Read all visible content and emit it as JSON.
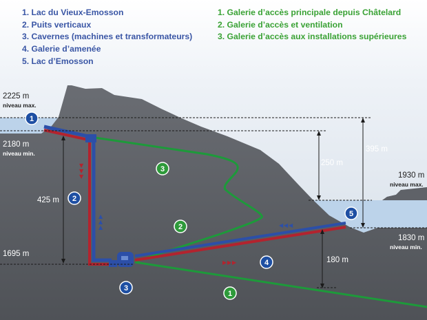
{
  "legend_structures": [
    "1. Lac du Vieux-Emosson",
    "2. Puits verticaux",
    "3. Cavernes (machines et transformateurs)",
    "4. Galerie d’amenée",
    "5. Lac d’Emosson"
  ],
  "legend_galleries": [
    "1. Galerie d’accès principale depuis Châtelard",
    "2. Galerie d’accès et ventilation",
    "3. Galerie d’accès aux installations supérieures"
  ],
  "levels": {
    "upper_max_alt": "2225 m",
    "upper_max_tag": "niveau max.",
    "upper_min_alt": "2180 m",
    "upper_min_tag": "niveau min.",
    "plant_alt": "1695 m",
    "lower_max_alt": "1930 m",
    "lower_max_tag": "niveau max.",
    "lower_min_alt": "1830 m",
    "lower_min_tag": "niveau min."
  },
  "dimensions": {
    "shaft_height": "425 m",
    "upper_drawdown": "250 m",
    "total_drop": "395 m",
    "lower_rise": "180 m"
  },
  "badges": {
    "structures": [
      "1",
      "2",
      "3",
      "4",
      "5"
    ],
    "galleries": [
      "1",
      "2",
      "3"
    ]
  },
  "colors": {
    "structure_badge": "#1e4fa3",
    "gallery_badge": "#2e9a3a",
    "gallery_line": "#1d9a3a",
    "pipe_blue": "#2c4fa8",
    "pipe_red": "#b3232e",
    "rock": "#5b5e64",
    "water": "#bcd3ea"
  },
  "flow_arrows": {
    "shaft_down": "▼",
    "shaft_up": "▲",
    "tunnel_right": "▶",
    "tunnel_left": "◀"
  }
}
